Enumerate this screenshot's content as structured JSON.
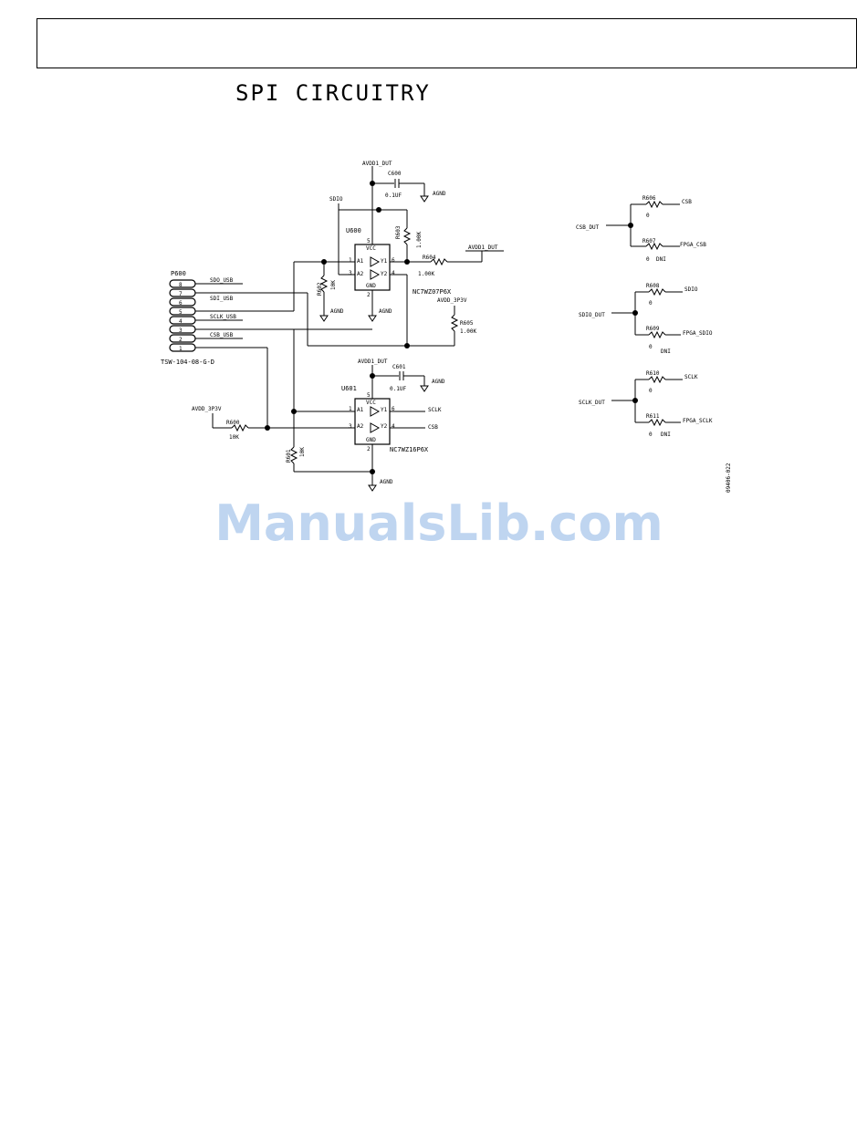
{
  "page": {
    "title": "SPI CIRCUITRY",
    "figure_code": "09406-022",
    "watermark": "ManualsLib.com"
  },
  "u600": {
    "ref": "U600",
    "part": "NC7WZ07P6X",
    "vcc": "VCC",
    "gnd": "GND",
    "pin_vcc": "5",
    "pin_gnd": "2",
    "pin_a1": "1",
    "pin_a2": "3",
    "pin_y1": "6",
    "pin_y2": "4",
    "a1": "A1",
    "a2": "A2",
    "y1": "Y1",
    "y2": "Y2"
  },
  "u601": {
    "ref": "U601",
    "part": "NC7WZ16P6X",
    "vcc": "VCC",
    "gnd": "GND",
    "pin_vcc": "5",
    "pin_gnd": "2",
    "pin_a1": "1",
    "pin_a2": "3",
    "pin_y1": "6",
    "pin_y2": "4",
    "a1": "A1",
    "a2": "A2",
    "y1": "Y1",
    "y2": "Y2"
  },
  "header": {
    "ref": "P600",
    "part": "TSW-104-08-G-D",
    "pins": [
      "8",
      "7",
      "6",
      "5",
      "4",
      "3",
      "2",
      "1"
    ],
    "net_sdo_usb": "SDO_USB",
    "net_sdi_usb": "SDI_USB",
    "net_sclk_usb": "SCLK_USB",
    "net_csb_usb": "CSB_USB"
  },
  "components": {
    "c600_ref": "C600",
    "c600_val": "0.1UF",
    "c601_ref": "C601",
    "c601_val": "0.1UF",
    "r602_ref": "R602",
    "r602_val": "10K",
    "r603_ref": "R603",
    "r603_val": "1.00K",
    "r604_ref": "R604",
    "r604_val": "1.00K",
    "r605_ref": "R605",
    "r605_val": "1.00K",
    "r600_ref": "R600",
    "r600_val": "10K",
    "r601_ref": "R601",
    "r601_val": "10K"
  },
  "nets": {
    "avdd1_dut": "AVDD1_DUT",
    "avdd_3p3v": "AVDD_3P3V",
    "agnd": "AGND",
    "sdio": "SDIO",
    "sclk": "SCLK",
    "csb": "CSB"
  },
  "right_panel": {
    "csb_dut": "CSB_DUT",
    "sdio_dut": "SDIO_DUT",
    "sclk_dut": "SCLK_DUT",
    "r606": "R606",
    "r607": "R607",
    "r608": "R608",
    "r609": "R609",
    "r610": "R610",
    "r611": "R611",
    "zero": "0",
    "dni": "DNI",
    "csb": "CSB",
    "fpga_csb": "FPGA_CSB",
    "sdio": "SDIO",
    "fpga_sdio": "FPGA_SDIO",
    "sclk": "SCLK",
    "fpga_sclk": "FPGA_SCLK"
  }
}
